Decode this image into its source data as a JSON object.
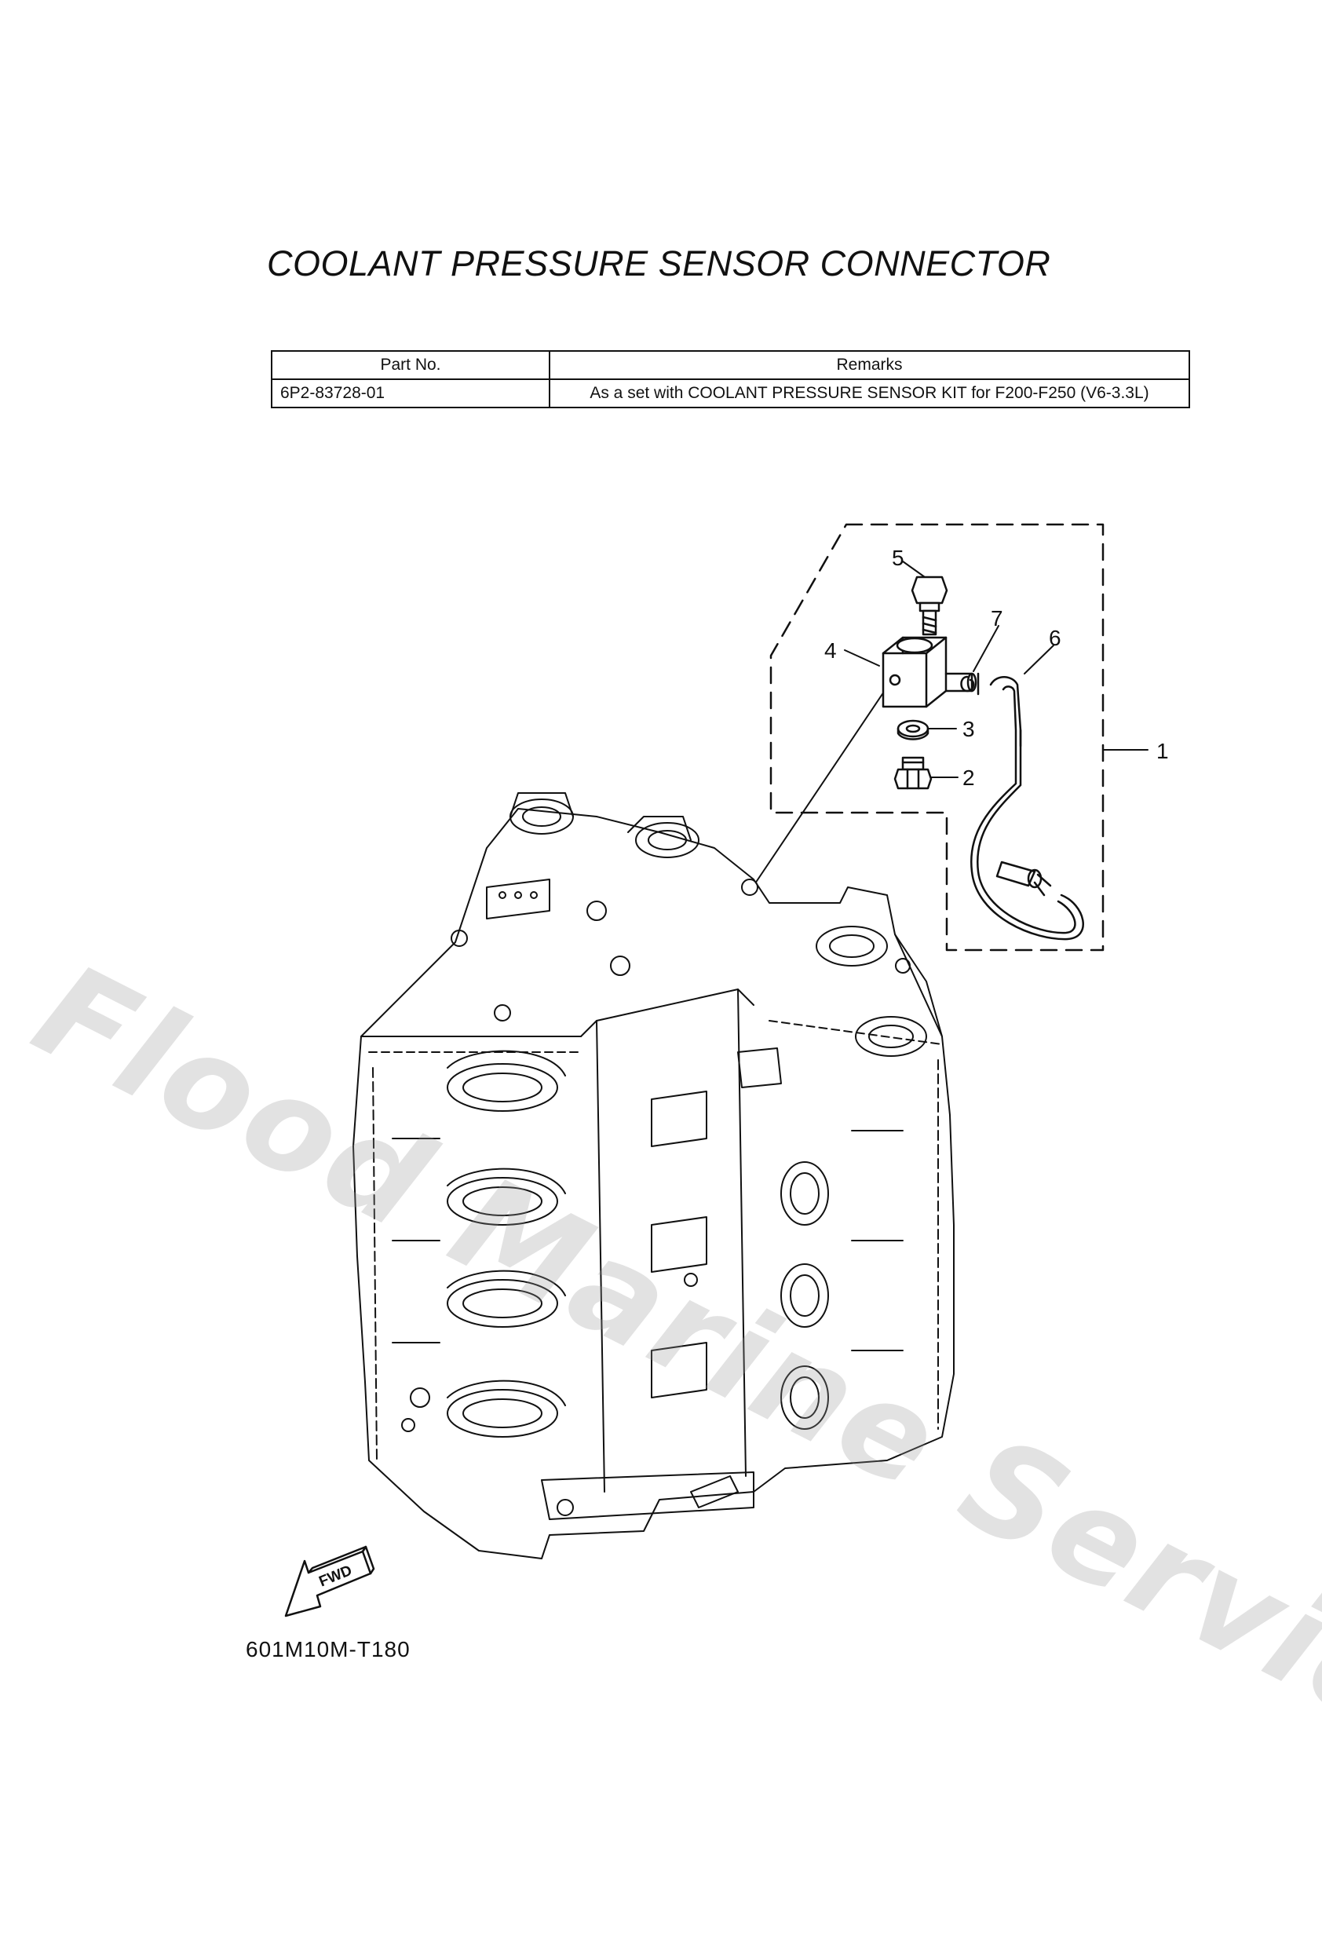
{
  "title": "COOLANT PRESSURE SENSOR CONNECTOR",
  "table": {
    "headers": [
      "Part No.",
      "Remarks"
    ],
    "rows": [
      {
        "part_no": "6P2-83728-01",
        "remarks": "As a set with COOLANT PRESSURE SENSOR KIT for F200-F250 (V6-3.3L)"
      }
    ]
  },
  "callouts": {
    "c1": "1",
    "c2": "2",
    "c3": "3",
    "c4": "4",
    "c5": "5",
    "c6": "6",
    "c7": "7"
  },
  "fwd_label": "FWD",
  "diagram_code": "601M10M-T180",
  "watermark": "Flood Marine Services",
  "colors": {
    "ink": "#111111",
    "watermark": "#969696",
    "background": "#ffffff"
  }
}
